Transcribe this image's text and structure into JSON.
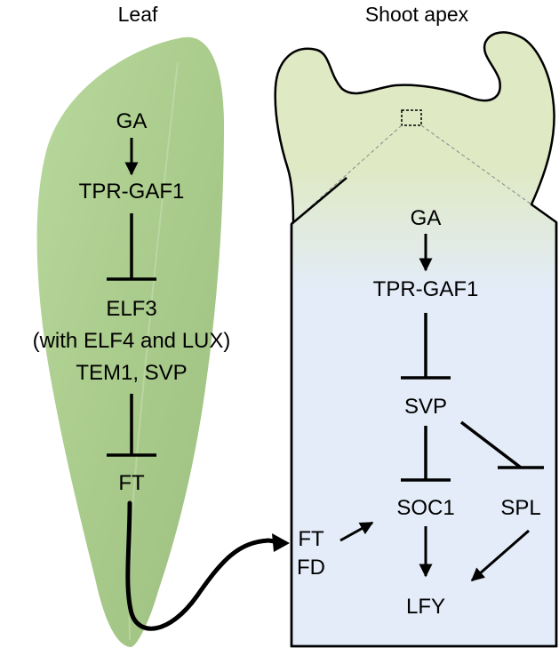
{
  "headers": {
    "leaf": "Leaf",
    "apex": "Shoot apex"
  },
  "leaf": {
    "ga": "GA",
    "tpr": "TPR-GAF1",
    "elf3": "ELF3",
    "elf3_with": "(with ELF4 and LUX)",
    "tem1": "TEM1, SVP",
    "ft": "FT"
  },
  "apex": {
    "ga": "GA",
    "tpr": "TPR-GAF1",
    "svp": "SVP",
    "soc1": "SOC1",
    "spl": "SPL",
    "lfy": "LFY",
    "ft": "FT",
    "fd": "FD"
  },
  "colors": {
    "leaf": "#a8cc8c",
    "apex_tissue": "#dde9c2",
    "apex_box": "#e3ecf8",
    "ink": "#000000"
  }
}
